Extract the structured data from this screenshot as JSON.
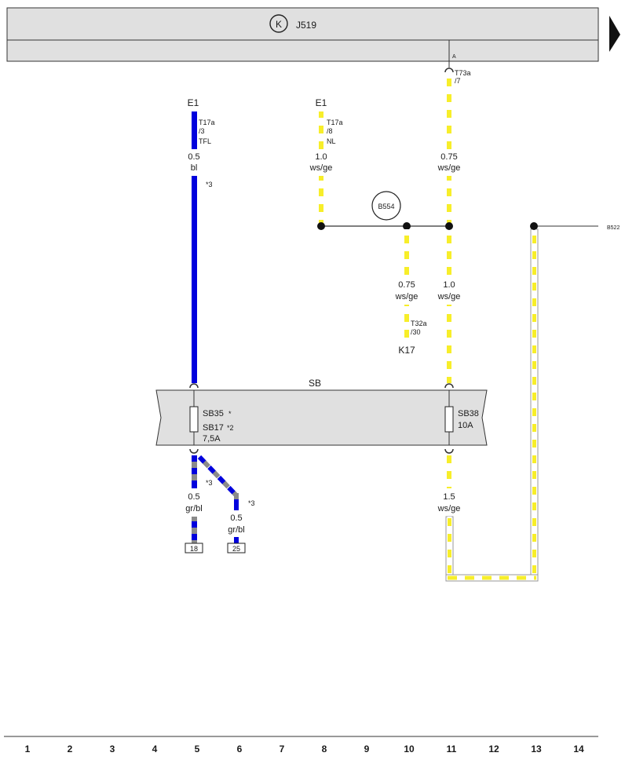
{
  "colors": {
    "blue": "#0000dd",
    "yellow": "#f7ee2a",
    "grey": "#8a8a8a",
    "white": "#ffffff",
    "box_fill": "#e0e0e0",
    "line": "#333333"
  },
  "ecu": {
    "icon": "k-circle-icon",
    "icon_letter": "K",
    "name": "J519",
    "pin": "A"
  },
  "top_right_arrow_icon": "triangle-right-icon",
  "connector_top_right": {
    "code": "T73a",
    "pin": "/7"
  },
  "wires": {
    "e1_left": {
      "component": "E1",
      "connector": "T17a",
      "pin": "/3",
      "pin_label": "TFL",
      "size": "0.5",
      "color": "bl",
      "note": "*3"
    },
    "e1_mid": {
      "component": "E1",
      "connector": "T17a",
      "pin": "/8",
      "pin_label": "NL",
      "size": "1.0",
      "color": "ws/ge"
    },
    "top_right": {
      "size": "0.75",
      "color": "ws/ge"
    },
    "k17_branch": {
      "size": "0.75",
      "color": "ws/ge",
      "connector": "T32a",
      "pin": "/30",
      "component": "K17"
    },
    "right_mid": {
      "size": "1.0",
      "color": "ws/ge"
    },
    "sb_out_right": {
      "size": "1.5",
      "color": "ws/ge"
    },
    "out_18": {
      "size": "0.5",
      "color": "gr/bl",
      "note": "*3",
      "terminal": "18"
    },
    "out_25": {
      "size": "0.5",
      "color": "gr/bl",
      "note": "*3",
      "terminal": "25"
    }
  },
  "splice": {
    "name": "B554"
  },
  "far_right_ref": "B522",
  "fusebox": {
    "name": "SB",
    "left_fuse": {
      "line1": "SB35",
      "line1_note": "*",
      "line2": "SB17",
      "line2_note": "*2",
      "rating": "7,5A"
    },
    "right_fuse": {
      "name": "SB38",
      "rating": "10A"
    }
  },
  "footer_numbers": [
    "1",
    "2",
    "3",
    "4",
    "5",
    "6",
    "7",
    "8",
    "9",
    "10",
    "11",
    "12",
    "13",
    "14"
  ]
}
